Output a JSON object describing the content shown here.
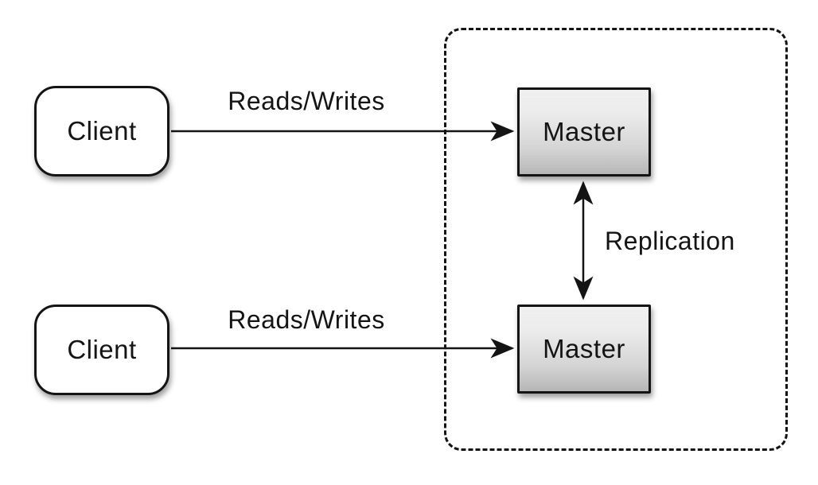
{
  "diagram": {
    "type": "architecture-diagram",
    "topic": "master-master-replication",
    "nodes": {
      "client1": {
        "label": "Client",
        "shape": "rounded-rectangle",
        "fill": "#ffffff"
      },
      "client2": {
        "label": "Client",
        "shape": "rounded-rectangle",
        "fill": "#ffffff"
      },
      "master1": {
        "label": "Master",
        "shape": "rectangle",
        "fill": "gradient-gray"
      },
      "master2": {
        "label": "Master",
        "shape": "rectangle",
        "fill": "gradient-gray"
      }
    },
    "groups": {
      "master_cluster": {
        "style": "dashed-rounded-border",
        "contains": "master1, master2"
      }
    },
    "edges": {
      "rw_top": {
        "label": "Reads/Writes",
        "from": "client1",
        "to": "master1",
        "direction": "one-way"
      },
      "rw_bottom": {
        "label": "Reads/Writes",
        "from": "client2",
        "to": "master2",
        "direction": "one-way"
      },
      "replication": {
        "label": "Replication",
        "from": "master1",
        "to": "master2",
        "direction": "two-way"
      }
    }
  },
  "colors": {
    "line": "#141414",
    "bg": "#ffffff",
    "master_top": "#f0f0f0",
    "master_bottom": "#b6b6b6",
    "client_fill": "#ffffff"
  }
}
